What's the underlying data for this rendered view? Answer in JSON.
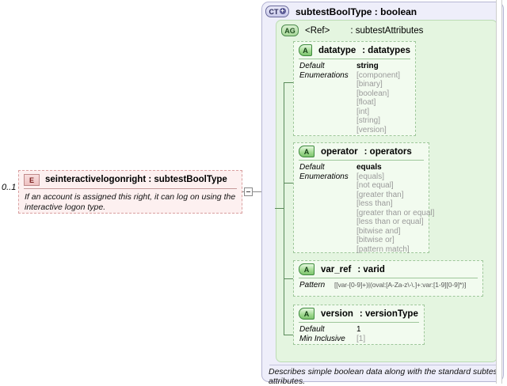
{
  "diagram": {
    "type": "xsd-schema-diagram",
    "element": {
      "cardinality": "0..1",
      "badge": "E",
      "title": "seinteractivelogonright : subtestBoolType",
      "documentation": "If an account is assigned this right, it can log on using the interactive logon type."
    },
    "complex_type": {
      "badge": "CT",
      "badge_plus": "+",
      "title": "subtestBoolType : boolean",
      "footer": "Describes simple boolean data along with the standard subtest attributes."
    },
    "attribute_group": {
      "badge": "AG",
      "ref": "<Ref>",
      "type": ": subtestAttributes"
    },
    "attributes": [
      {
        "badge": "A",
        "name": "datatype",
        "type": ": datatypes",
        "facet_labels": [
          "Default",
          "Enumerations"
        ],
        "default": "string",
        "enumerations": [
          "[component]",
          "[binary]",
          "[boolean]",
          "[float]",
          "[int]",
          "[string]",
          "[version]"
        ]
      },
      {
        "badge": "A",
        "name": "operator",
        "type": ": operators",
        "facet_labels": [
          "Default",
          "Enumerations"
        ],
        "default": "equals",
        "enumerations": [
          "[equals]",
          "[not equal]",
          "[greater than]",
          "[less than]",
          "[greater than or equal]",
          "[less than or equal]",
          "[bitwise and]",
          "[bitwise or]",
          "[pattern match]"
        ]
      },
      {
        "badge": "A",
        "name": "var_ref",
        "type": ": varid",
        "pattern_label": "Pattern",
        "pattern": "[[var-[0-9]+)|(oval:[A-Za-z\\-\\.]+:var:[1-9][0-9]*)]"
      },
      {
        "badge": "A",
        "name": "version",
        "type": ": versionType",
        "facet_labels": [
          "Default",
          "Min Inclusive"
        ],
        "default": "1",
        "min_inclusive": "[1]"
      }
    ]
  },
  "colors": {
    "complex_type_bg": "#eeeefa",
    "attribute_group_bg": "#e4f5e0",
    "attribute_bg": "#f2fbef",
    "element_bg": "#fdf0f0",
    "element_border": "#d9a0a0"
  }
}
